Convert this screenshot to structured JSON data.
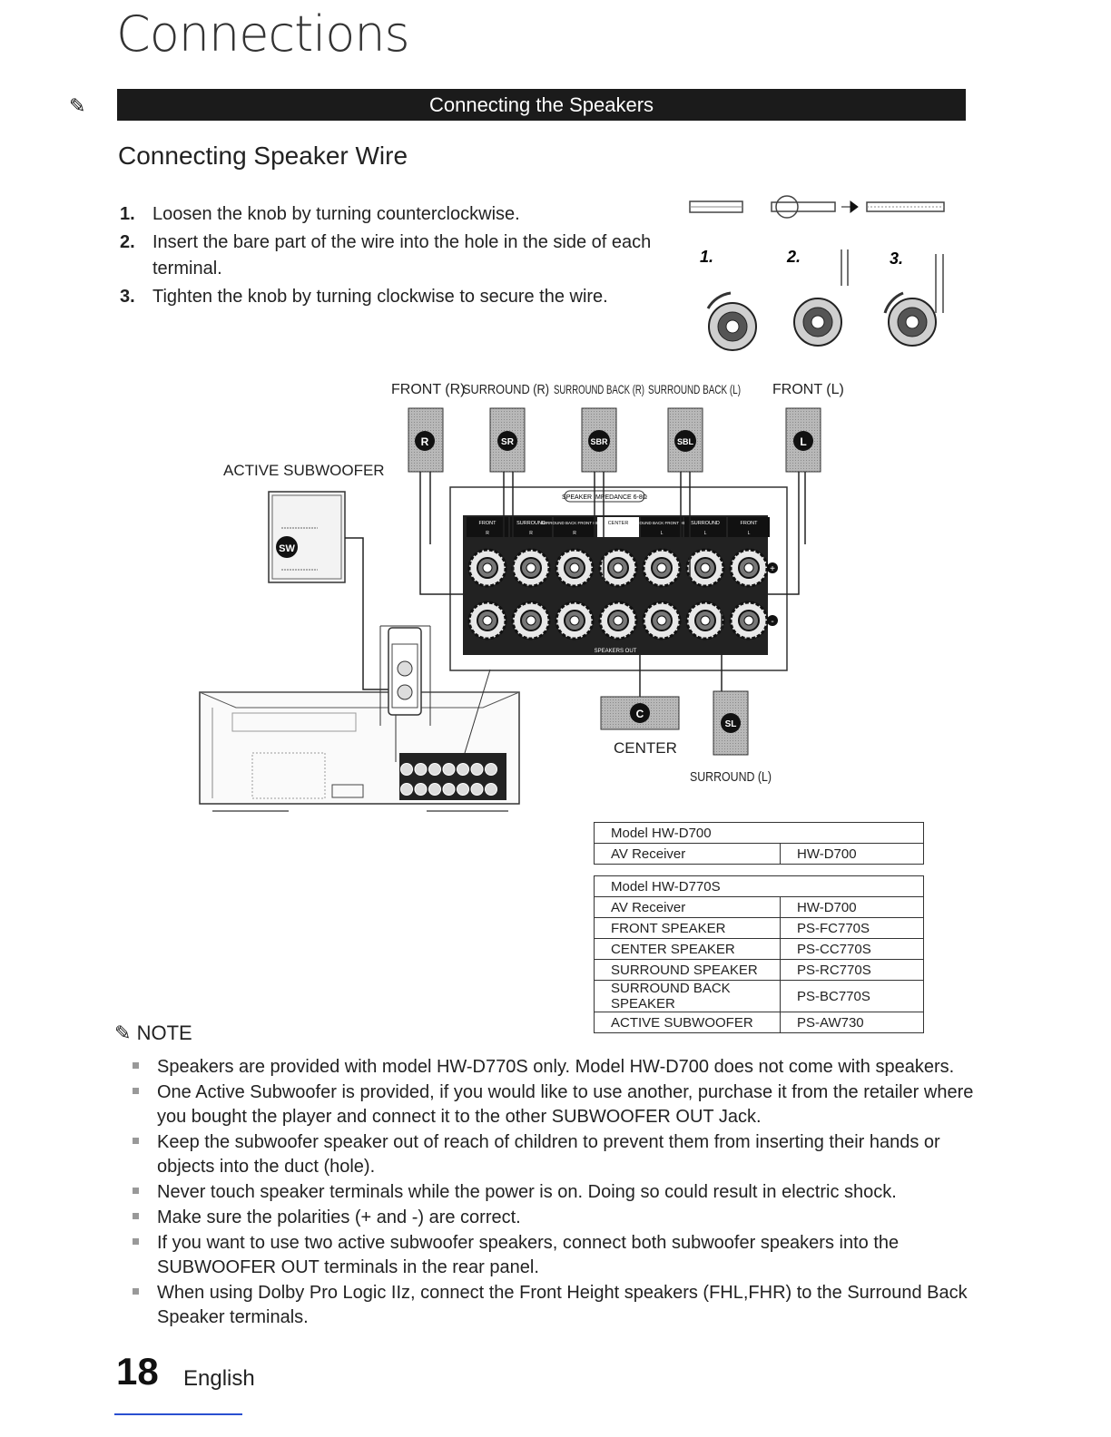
{
  "page": {
    "title": "Connections",
    "banner": "Connecting the Speakers",
    "section_title": "Connecting Speaker Wire",
    "page_number": "18",
    "language": "English"
  },
  "steps": [
    {
      "num": "1.",
      "text": "Loosen the knob by turning counterclockwise."
    },
    {
      "num": "2.",
      "text": "Insert the bare part of the wire into the hole in the side of each terminal."
    },
    {
      "num": "3.",
      "text": "Tighten the knob by turning clockwise to secure the wire."
    }
  ],
  "wire_figure": {
    "labels": [
      "1.",
      "2.",
      "3."
    ]
  },
  "diagram": {
    "speaker_labels": {
      "front_r": "FRONT (R)",
      "surround_r": "SURROUND (R)",
      "surround_back_r": "SURROUND BACK (R)",
      "surround_back_l": "SURROUND BACK (L)",
      "front_l": "FRONT (L)",
      "active_subwoofer": "ACTIVE SUBWOOFER",
      "center": "CENTER",
      "surround_l": "SURROUND (L)"
    },
    "badges": {
      "r": "R",
      "sr": "SR",
      "sbr": "SBR",
      "sbl": "SBL",
      "l": "L",
      "sw": "SW",
      "c": "C",
      "sl": "SL"
    },
    "terminal_panel": {
      "impedance": "SPEAKER IMPEDANCE 6-8Ω",
      "speakers_out": "SPEAKERS OUT",
      "columns": [
        {
          "top": "FRONT",
          "side": "R"
        },
        {
          "top": "SURROUND",
          "side": "R"
        },
        {
          "top": "SURROUND BACK FRONT HEIGHT",
          "side": "R"
        },
        {
          "top": "CENTER",
          "side": ""
        },
        {
          "top": "SURROUND BACK FRONT HEIGHT",
          "side": "L"
        },
        {
          "top": "SURROUND",
          "side": "L"
        },
        {
          "top": "FRONT",
          "side": "L"
        }
      ],
      "plus": "+",
      "minus": "-"
    }
  },
  "tables": [
    {
      "title": "Model HW-D700",
      "rows": [
        [
          "AV Receiver",
          "HW-D700"
        ]
      ]
    },
    {
      "title": "Model HW-D770S",
      "rows": [
        [
          "AV Receiver",
          "HW-D700"
        ],
        [
          "FRONT SPEAKER",
          "PS-FC770S"
        ],
        [
          "CENTER SPEAKER",
          "PS-CC770S"
        ],
        [
          "SURROUND SPEAKER",
          "PS-RC770S"
        ],
        [
          "SURROUND BACK SPEAKER",
          "PS-BC770S"
        ],
        [
          "ACTIVE SUBWOOFER",
          "PS-AW730"
        ]
      ]
    }
  ],
  "note": {
    "heading": "NOTE",
    "items": [
      "Speakers are provided with model HW-D770S only. Model HW-D700 does not come with speakers.",
      "One Active Subwoofer is provided, if you would like to use another, purchase it from the retailer where you bought the player and connect it to the other SUBWOOFER OUT Jack.",
      "Keep the subwoofer speaker out of reach of children to prevent them from inserting their hands or objects into the duct (hole).",
      "Never touch speaker terminals while the power is on. Doing so could result in electric shock.",
      "Make sure the polarities (+ and -) are correct.",
      "If you want to use two active subwoofer speakers, connect both subwoofer speakers into the SUBWOOFER OUT terminals in the rear panel.",
      "When using Dolby Pro Logic IIz, connect the Front Height speakers (FHL,FHR) to the Surround Back Speaker terminals."
    ]
  }
}
